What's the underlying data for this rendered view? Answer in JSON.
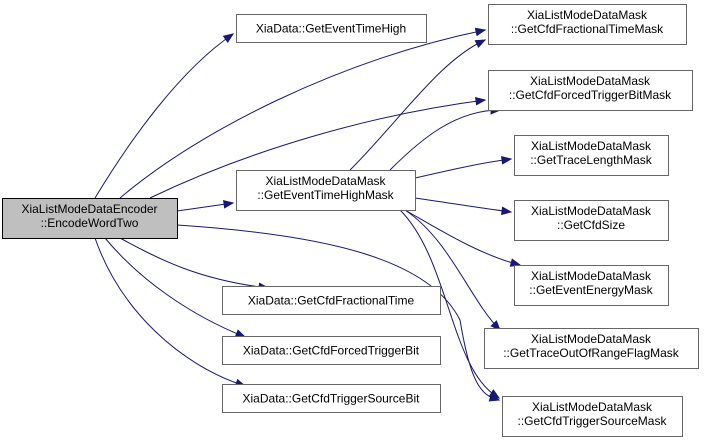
{
  "colors": {
    "edge": "#191970",
    "root_fill": "#bfbfbf",
    "node_fill": "#ffffff",
    "node_border": "#666666",
    "root_border": "#000000"
  },
  "nodes": {
    "encoder": {
      "lines": [
        "XiaListModeDataEncoder",
        "::EncodeWordTwo"
      ]
    },
    "mask_event_time_high": {
      "lines": [
        "XiaListModeDataMask",
        "::GetEventTimeHighMask"
      ]
    },
    "data_event_time_high": {
      "lines": [
        "XiaData::GetEventTimeHigh"
      ]
    },
    "data_cfd_fractional_time": {
      "lines": [
        "XiaData::GetCfdFractionalTime"
      ]
    },
    "data_cfd_forced_trigger_bit": {
      "lines": [
        "XiaData::GetCfdForcedTriggerBit"
      ]
    },
    "data_cfd_trigger_source_bit": {
      "lines": [
        "XiaData::GetCfdTriggerSourceBit"
      ]
    },
    "mask_cfd_fractional_time": {
      "lines": [
        "XiaListModeDataMask",
        "::GetCfdFractionalTimeMask"
      ]
    },
    "mask_cfd_forced_trigger_bit": {
      "lines": [
        "XiaListModeDataMask",
        "::GetCfdForcedTriggerBitMask"
      ]
    },
    "mask_trace_length": {
      "lines": [
        "XiaListModeDataMask",
        "::GetTraceLengthMask"
      ]
    },
    "mask_cfd_size": {
      "lines": [
        "XiaListModeDataMask",
        "::GetCfdSize"
      ]
    },
    "mask_event_energy": {
      "lines": [
        "XiaListModeDataMask",
        "::GetEventEnergyMask"
      ]
    },
    "mask_trace_out_of_range": {
      "lines": [
        "XiaListModeDataMask",
        "::GetTraceOutOfRangeFlagMask"
      ]
    },
    "mask_cfd_trigger_source": {
      "lines": [
        "XiaListModeDataMask",
        "::GetCfdTriggerSourceMask"
      ]
    }
  }
}
